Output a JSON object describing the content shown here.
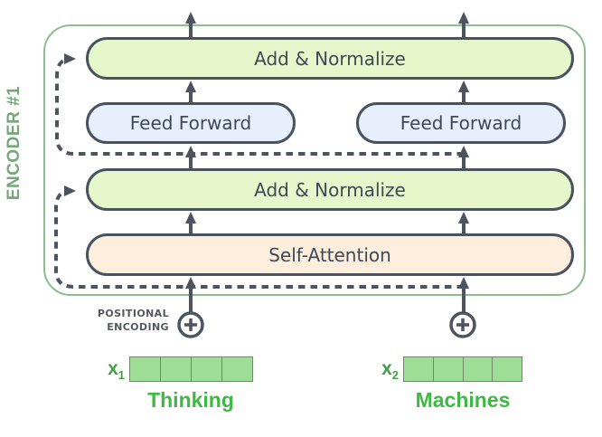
{
  "encoder": {
    "label": "ENCODER #1"
  },
  "layers": {
    "add_normalize_top": "Add & Normalize",
    "feed_forward_left": "Feed Forward",
    "feed_forward_right": "Feed Forward",
    "add_normalize_bottom": "Add & Normalize",
    "self_attention": "Self-Attention"
  },
  "positional_encoding": {
    "line1": "POSITIONAL",
    "line2": "ENCODING",
    "symbol": "plus-in-circle"
  },
  "inputs": [
    {
      "label_base": "x",
      "label_sub": "1",
      "word": "Thinking",
      "cells": 4
    },
    {
      "label_base": "x",
      "label_sub": "2",
      "word": "Machines",
      "cells": 4
    }
  ],
  "colors": {
    "encoder_border": "#8cbd90",
    "encoder_label": "#75a779",
    "box_border": "#4a525e",
    "box_text": "#3e4955",
    "add_normalize_fill": "#e6f8cb",
    "feed_forward_fill": "#e8effc",
    "self_attention_fill": "#fdeedd",
    "arrow_and_dash": "#4d545e",
    "positional_label": "#54595f",
    "vector_fill": "#9edd95",
    "vector_border": "#72856f",
    "x_label": "#43a047",
    "word_label": "#3fb845"
  }
}
